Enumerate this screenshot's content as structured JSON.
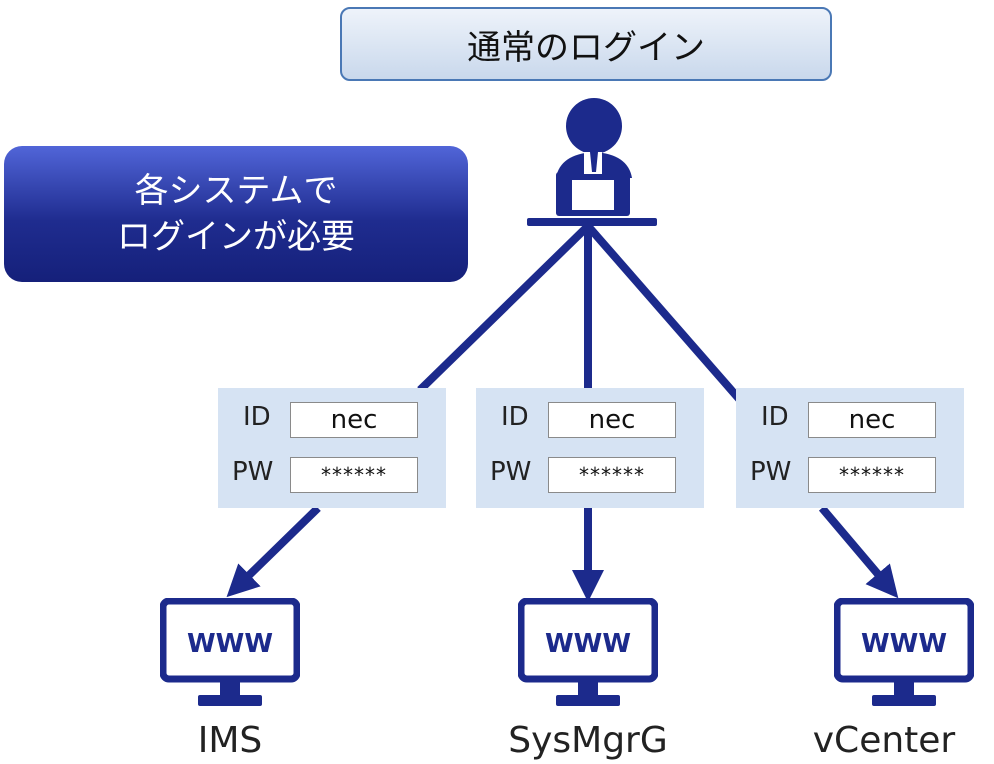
{
  "title": "通常のログイン",
  "callout": {
    "line1": "各システムで",
    "line2": "ログインが必要"
  },
  "credentials": [
    {
      "id_label": "ID",
      "id_value": "nec",
      "pw_label": "PW",
      "pw_value": "******"
    },
    {
      "id_label": "ID",
      "id_value": "nec",
      "pw_label": "PW",
      "pw_value": "******"
    },
    {
      "id_label": "ID",
      "id_value": "nec",
      "pw_label": "PW",
      "pw_value": "******"
    }
  ],
  "systems": [
    {
      "name": "IMS",
      "screen_text": "WWW"
    },
    {
      "name": "SysMgrG",
      "screen_text": "WWW"
    },
    {
      "name": "vCenter",
      "screen_text": "WWW"
    }
  ],
  "colors": {
    "navy": "#1c2a8c",
    "panel": "#d6e3f3"
  },
  "icons": [
    "user-at-laptop-icon",
    "monitor-icon"
  ]
}
